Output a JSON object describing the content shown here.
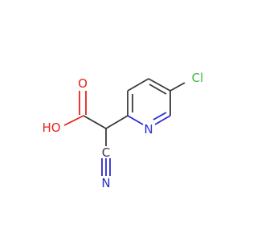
{
  "molecule": {
    "atoms": {
      "chlorine": {
        "label": "Cl",
        "color": "#3cb43c"
      },
      "ring_nitrogen": {
        "label": "N",
        "color": "#2a2ad4"
      },
      "carbonyl_oxygen": {
        "label": "O",
        "color": "#e8221c"
      },
      "hydroxyl": {
        "label": "HO",
        "color": "#e8221c"
      },
      "cyano_carbon": {
        "label": "C",
        "color": "#3a3a3a"
      },
      "cyano_nitrogen": {
        "label": "N",
        "color": "#2a2ad4"
      }
    },
    "bond_color": "#3a3a3a"
  }
}
